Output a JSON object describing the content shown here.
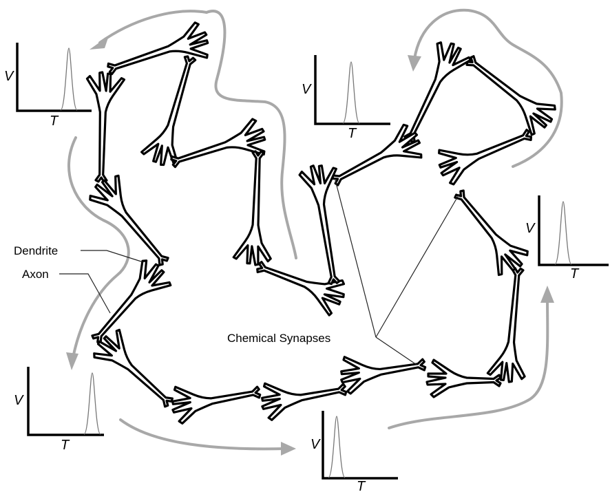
{
  "labels": {
    "dendrite": "Dendrite",
    "axon": "Axon",
    "synapses": "Chemical Synapses"
  },
  "plot_axes": {
    "y": "V",
    "x": "T"
  },
  "colors": {
    "flow_arrow": "#a8a8a8",
    "neuron_outline": "#000000",
    "spike_trace": "#777777"
  }
}
